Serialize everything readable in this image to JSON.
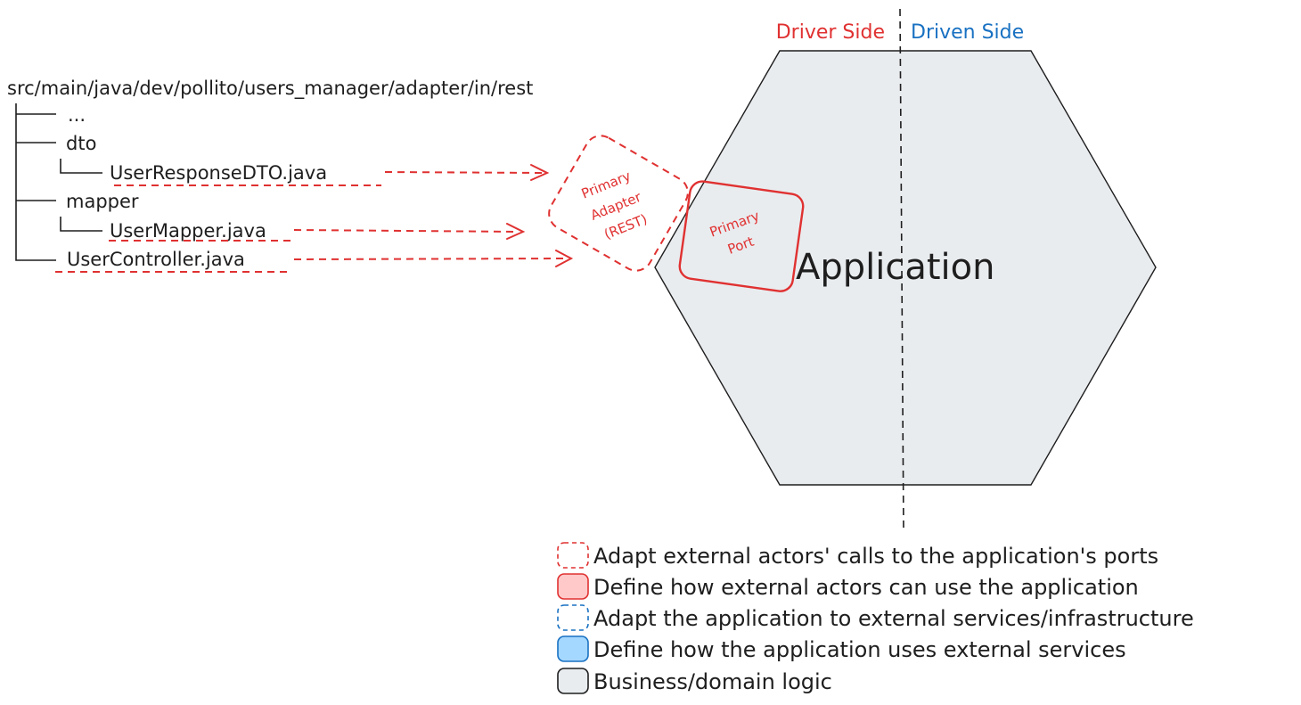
{
  "tree": {
    "root": "src/main/java/dev/pollito/users_manager/adapter/in/rest",
    "ellipsis": "...",
    "dto": "dto",
    "user_response_dto": "UserResponseDTO.java",
    "mapper": "mapper",
    "user_mapper": "UserMapper.java",
    "user_controller": "UserController.java"
  },
  "hexagon": {
    "driver_side": "Driver Side",
    "driven_side": "Driven Side",
    "application": "Application"
  },
  "primary_adapter": {
    "line1": "Primary",
    "line2": "Adapter",
    "line3": "(REST)"
  },
  "primary_port": {
    "line1": "Primary",
    "line2": "Port"
  },
  "legend": [
    {
      "swatch": "red-dashed",
      "label": "Adapt external actors' calls to the application's ports"
    },
    {
      "swatch": "red-filled",
      "label": "Define how external actors can use the application"
    },
    {
      "swatch": "blue-dashed",
      "label": "Adapt the application to external services/infrastructure"
    },
    {
      "swatch": "blue-filled",
      "label": "Define how the application uses external services"
    },
    {
      "swatch": "gray-filled",
      "label": "Business/domain logic"
    }
  ],
  "colors": {
    "red": "#e03131",
    "red_fill": "#ffc9c9",
    "blue": "#1971c2",
    "blue_fill": "#a5d8ff",
    "gray_fill": "#e9ecef",
    "ink": "#1e1e1e"
  }
}
